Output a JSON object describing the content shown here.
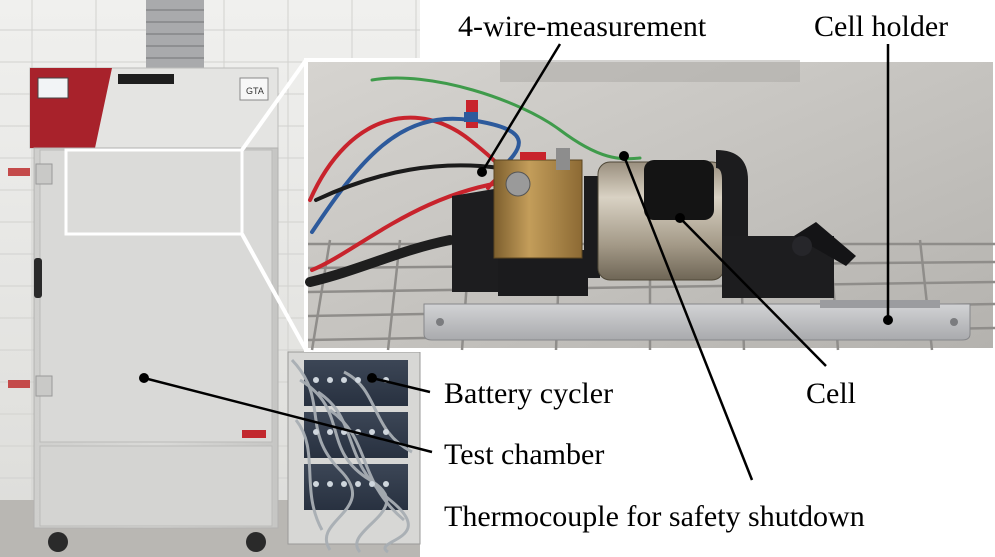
{
  "figure": {
    "labels": {
      "four_wire": "4-wire-measurement",
      "cell_holder": "Cell holder",
      "battery_cycler": "Battery cycler",
      "cell": "Cell",
      "test_chamber": "Test chamber",
      "thermocouple": "Thermocouple for safety shutdown"
    },
    "chamber_sticker": "GTA"
  },
  "colors": {
    "label_text": "#000000",
    "callout_line": "#000000",
    "chamber_body": "#d6d6d4",
    "chamber_top_red": "#a8222b",
    "wall_tile": "#ebebe9",
    "inset_background": "#c9c7c3",
    "holder_plate": "#c4c5c7",
    "brass": "#a8844a",
    "wire_red": "#c8232c",
    "wire_blue": "#2d5a9c",
    "wire_green": "#3f9b4b",
    "wire_black": "#1b1b1b"
  }
}
